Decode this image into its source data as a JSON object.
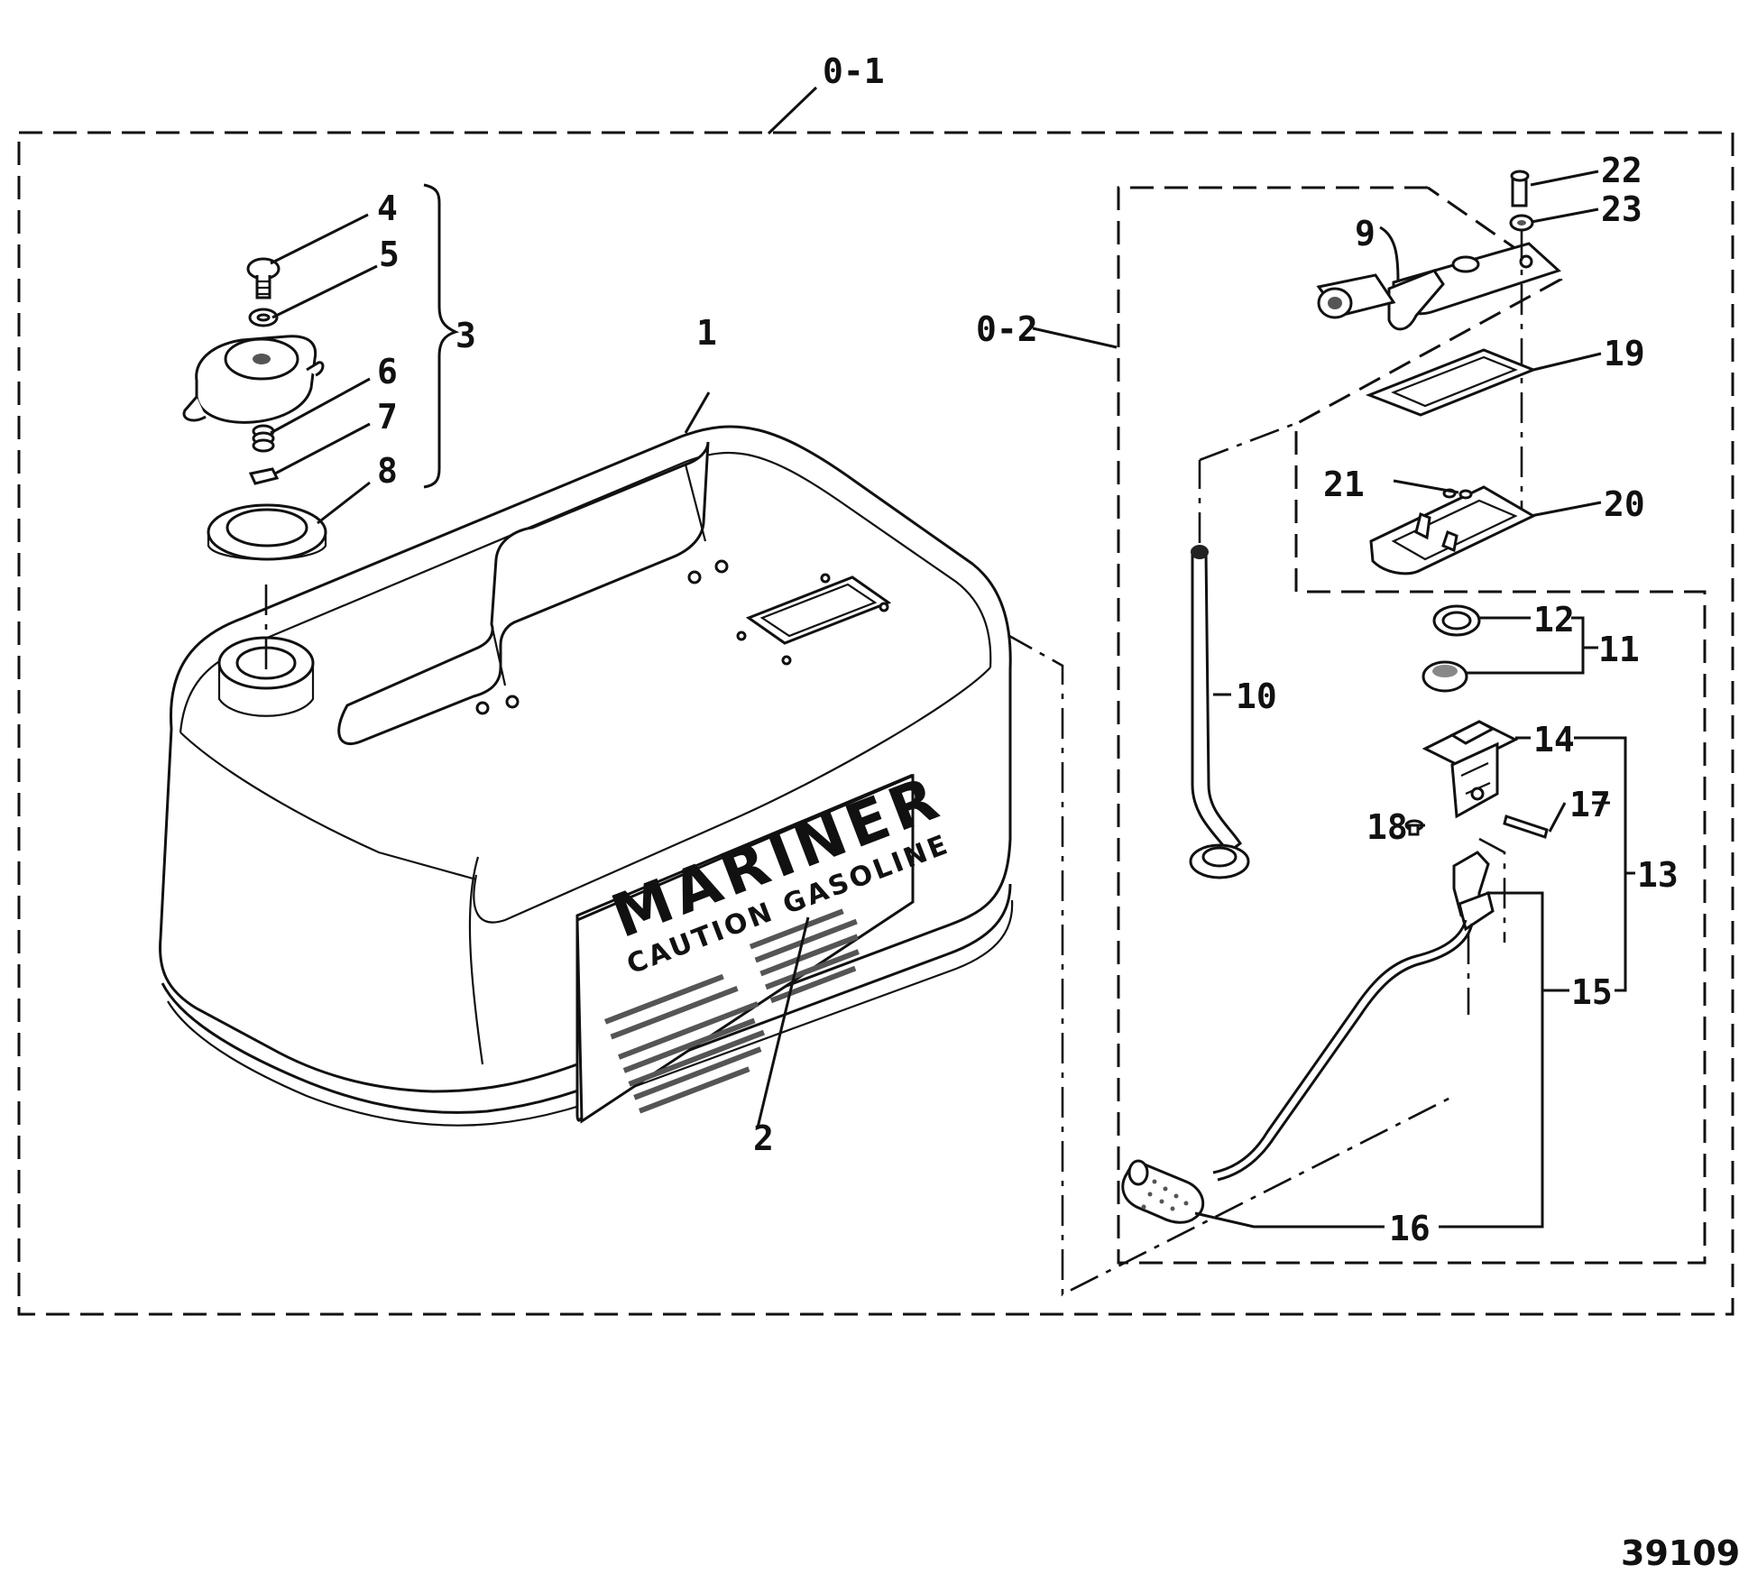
{
  "assembly_labels": {
    "main_assembly": "0-1",
    "sub_assembly": "0-2"
  },
  "callouts": {
    "c1": "1",
    "c2": "2",
    "c3": "3",
    "c4": "4",
    "c5": "5",
    "c6": "6",
    "c7": "7",
    "c8": "8",
    "c9": "9",
    "c10": "10",
    "c11": "11",
    "c12": "12",
    "c13": "13",
    "c14": "14",
    "c15": "15",
    "c16": "16",
    "c17": "17",
    "c18": "18",
    "c19": "19",
    "c20": "20",
    "c21": "21",
    "c22": "22",
    "c23": "23"
  },
  "decal": {
    "brand": "MARINER",
    "caution": "CAUTION GASOLINE"
  },
  "document_number": "39109"
}
